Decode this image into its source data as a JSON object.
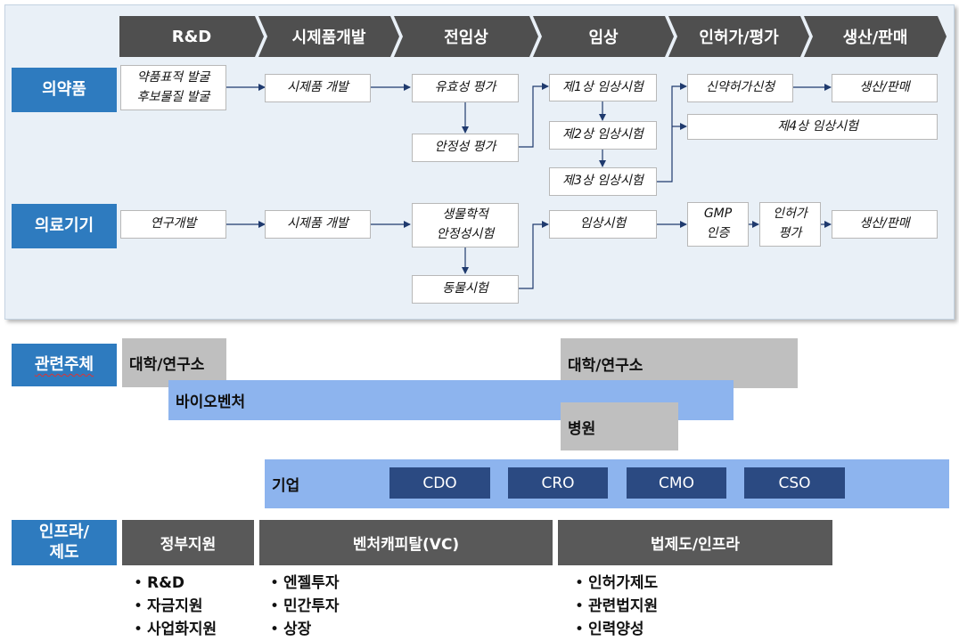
{
  "stages": [
    "R&D",
    "시제품개발",
    "전임상",
    "임상",
    "인허가/평가",
    "생산/판매"
  ],
  "rows": {
    "pharma": {
      "label": "의약품",
      "discovery": [
        "약품표적 발굴",
        "후보물질 발굴"
      ],
      "prototype": "시제품 개발",
      "efficacy": "유효성 평가",
      "safety": "안정성 평가",
      "phase1": "제1상 임상시험",
      "phase2": "제2상 임상시험",
      "phase3": "제3상 임상시험",
      "nda": "신약허가신청",
      "production": "생산/판매",
      "phase4": "제4상 임상시험"
    },
    "device": {
      "label": "의료기기",
      "rnd": "연구개발",
      "prototype": "시제품 개발",
      "bio_safety": [
        "생물학적",
        "안정성시험"
      ],
      "animal": "동물시험",
      "clinical": "임상시험",
      "gmp": [
        "GMP",
        "인증"
      ],
      "approval": [
        "인허가",
        "평가"
      ],
      "production": "생산/판매"
    }
  },
  "entities": {
    "label": "관련주체",
    "univ_left": "대학/연구소",
    "univ_right": "대학/연구소",
    "venture": "바이오벤처",
    "hospital": "병원",
    "company": "기업",
    "services": [
      "CDO",
      "CRO",
      "CMO",
      "CSO"
    ]
  },
  "infra": {
    "label": [
      "인프라/",
      "제도"
    ],
    "groups": [
      {
        "title": "정부지원",
        "items": [
          "R&D",
          "자금지원",
          "사업화지원"
        ]
      },
      {
        "title": "벤처캐피탈(VC)",
        "items": [
          "엔젤투자",
          "민간투자",
          "상장"
        ]
      },
      {
        "title": "법제도/인프라",
        "items": [
          "인허가제도",
          "관련법지원",
          "인력양성"
        ]
      }
    ]
  },
  "colors": {
    "stage_bg": "#4f4f4f",
    "label_blue": "#2e7bbf",
    "light_blue": "#8db4ee",
    "gray": "#bfbfbf",
    "navy": "#2b4a82"
  }
}
